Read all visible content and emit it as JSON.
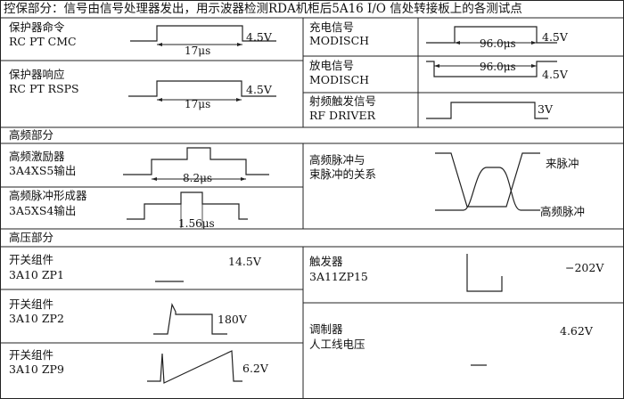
{
  "header": {
    "title": "控保部分：信号由信号处理器发出，用示波器检测RDA机柜后5A16 I/O 信处转接板上的各测试点"
  },
  "protection": {
    "cmd": {
      "name": "保护器命令",
      "code": "RC PT CMC",
      "width": "17μs",
      "level": "4.5V"
    },
    "resp": {
      "name": "保护器响应",
      "code": "RC PT RSPS",
      "width": "17μs",
      "level": "4.5V"
    },
    "charge": {
      "name": "充电信号",
      "code": "MODISCH",
      "width": "96.0μs",
      "level": "4.5V"
    },
    "discharge": {
      "name": "放电信号",
      "code": "MODISCH",
      "width": "96.0μs",
      "level": "4.5V"
    },
    "rf": {
      "name": "射频触发信号",
      "code": "RF DRIVER",
      "level": "3V"
    }
  },
  "hf": {
    "section": "高频部分",
    "exciter": {
      "name": "高频激励器",
      "code": "3A4XS5输出",
      "width": "8.2μs"
    },
    "former": {
      "name": "高频脉冲形成器",
      "code": "3A5XS4输出",
      "width": "1.56μs"
    },
    "relation": {
      "name1": "高频脉冲与",
      "name2": "束脉冲的关系",
      "label_beam": "来脉冲",
      "label_hf": "高频脉冲"
    }
  },
  "hv": {
    "section": "高压部分",
    "zp1": {
      "name": "开关组件",
      "code": "3A10 ZP1",
      "level": "14.5V"
    },
    "zp2": {
      "name": "开关组件",
      "code": "3A10 ZP2",
      "level": "180V"
    },
    "zp9": {
      "name": "开关组件",
      "code": "3A10 ZP9",
      "level": "6.2V"
    },
    "trigger": {
      "name": "触发器",
      "code": "3A11ZP15",
      "level": "−202V"
    },
    "modulator": {
      "name": "调制器",
      "code": "人工线电压",
      "level": "4.62V"
    }
  }
}
